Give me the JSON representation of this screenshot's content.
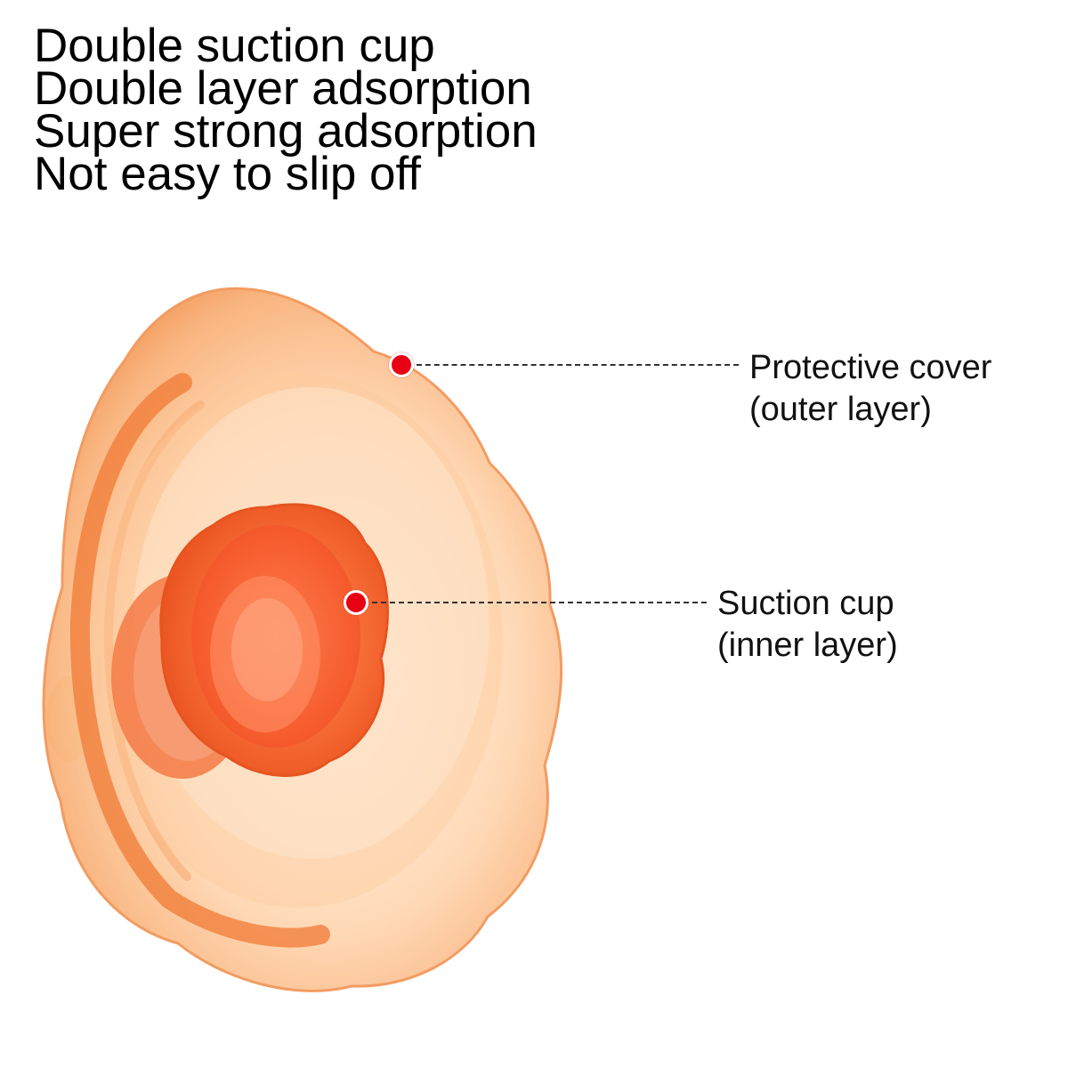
{
  "headline": {
    "line1": "Double suction cup",
    "line2": "Double layer adsorption",
    "line3": "Super strong adsorption",
    "line4": "Not easy to slip off"
  },
  "callouts": {
    "outer": {
      "title": "Protective cover",
      "subtitle": "(outer layer)"
    },
    "inner": {
      "title": "Suction cup",
      "subtitle": "(inner layer)"
    }
  },
  "colors": {
    "dot": "#e80013",
    "outer_cover": "#f6a366",
    "inner_cup": "#f2622a",
    "text": "#000000"
  }
}
